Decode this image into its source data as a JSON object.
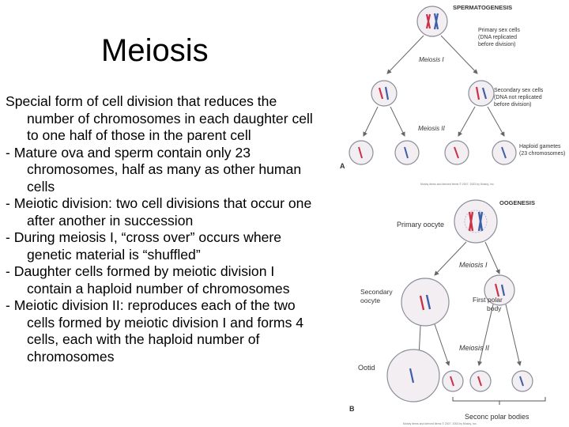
{
  "slide": {
    "title": "Meiosis",
    "bullets": [
      "Special form of cell division that reduces the number of chromosomes in each daughter cell to one half of those in the parent cell",
      "- Mature ova and sperm contain only 23 chromosomes, half as many as other human cells",
      "- Meiotic division: two cell divisions that occur one after another in succession",
      "- During meiosis I, “cross over” occurs where genetic material is “shuffled”",
      "- Daughter cells formed by meiotic division I contain a haploid number of chromosomes",
      "- Meiotic division II: reproduces each of the two cells formed by meiotic division I and forms 4 cells, each with the haploid number of chromosomes"
    ]
  },
  "figure": {
    "panel_a": {
      "letter": "A",
      "heading": "SPERMATOGENESIS",
      "primary_label": [
        "Primary sex cells",
        "(DNA replicated",
        "before division)"
      ],
      "meiosis1": "Meiosis I",
      "secondary_label": [
        "Secondary sex cells",
        "(DNA not replicated",
        "before division)"
      ],
      "meiosis2": "Meiosis II",
      "gametes_label": [
        "Haploid gametes",
        "(23 chromosomes)"
      ],
      "copyright": "Mosby items and derived items © 2007, 2003 by Mosby, Inc."
    },
    "panel_b": {
      "letter": "B",
      "heading": "OOGENESIS",
      "primary_oocyte": "Primary oocyte",
      "meiosis1": "Meiosis I",
      "secondary_oocyte": [
        "Secondary",
        "oocyte"
      ],
      "first_polar_body": [
        "First polar",
        "body"
      ],
      "meiosis2": "Meiosis II",
      "ootid": "Ootid",
      "second_polar_bodies": "Seconc polar bodies",
      "copyright": "Mosby items and derived items © 2007, 2003 by Mosby, Inc."
    }
  },
  "colors": {
    "cell_fill": "#f3eef2",
    "cell_stroke": "#8a8f9a",
    "chrom_red": "#c8334a",
    "chrom_blue": "#3d5fa8",
    "arrow": "#666666"
  }
}
